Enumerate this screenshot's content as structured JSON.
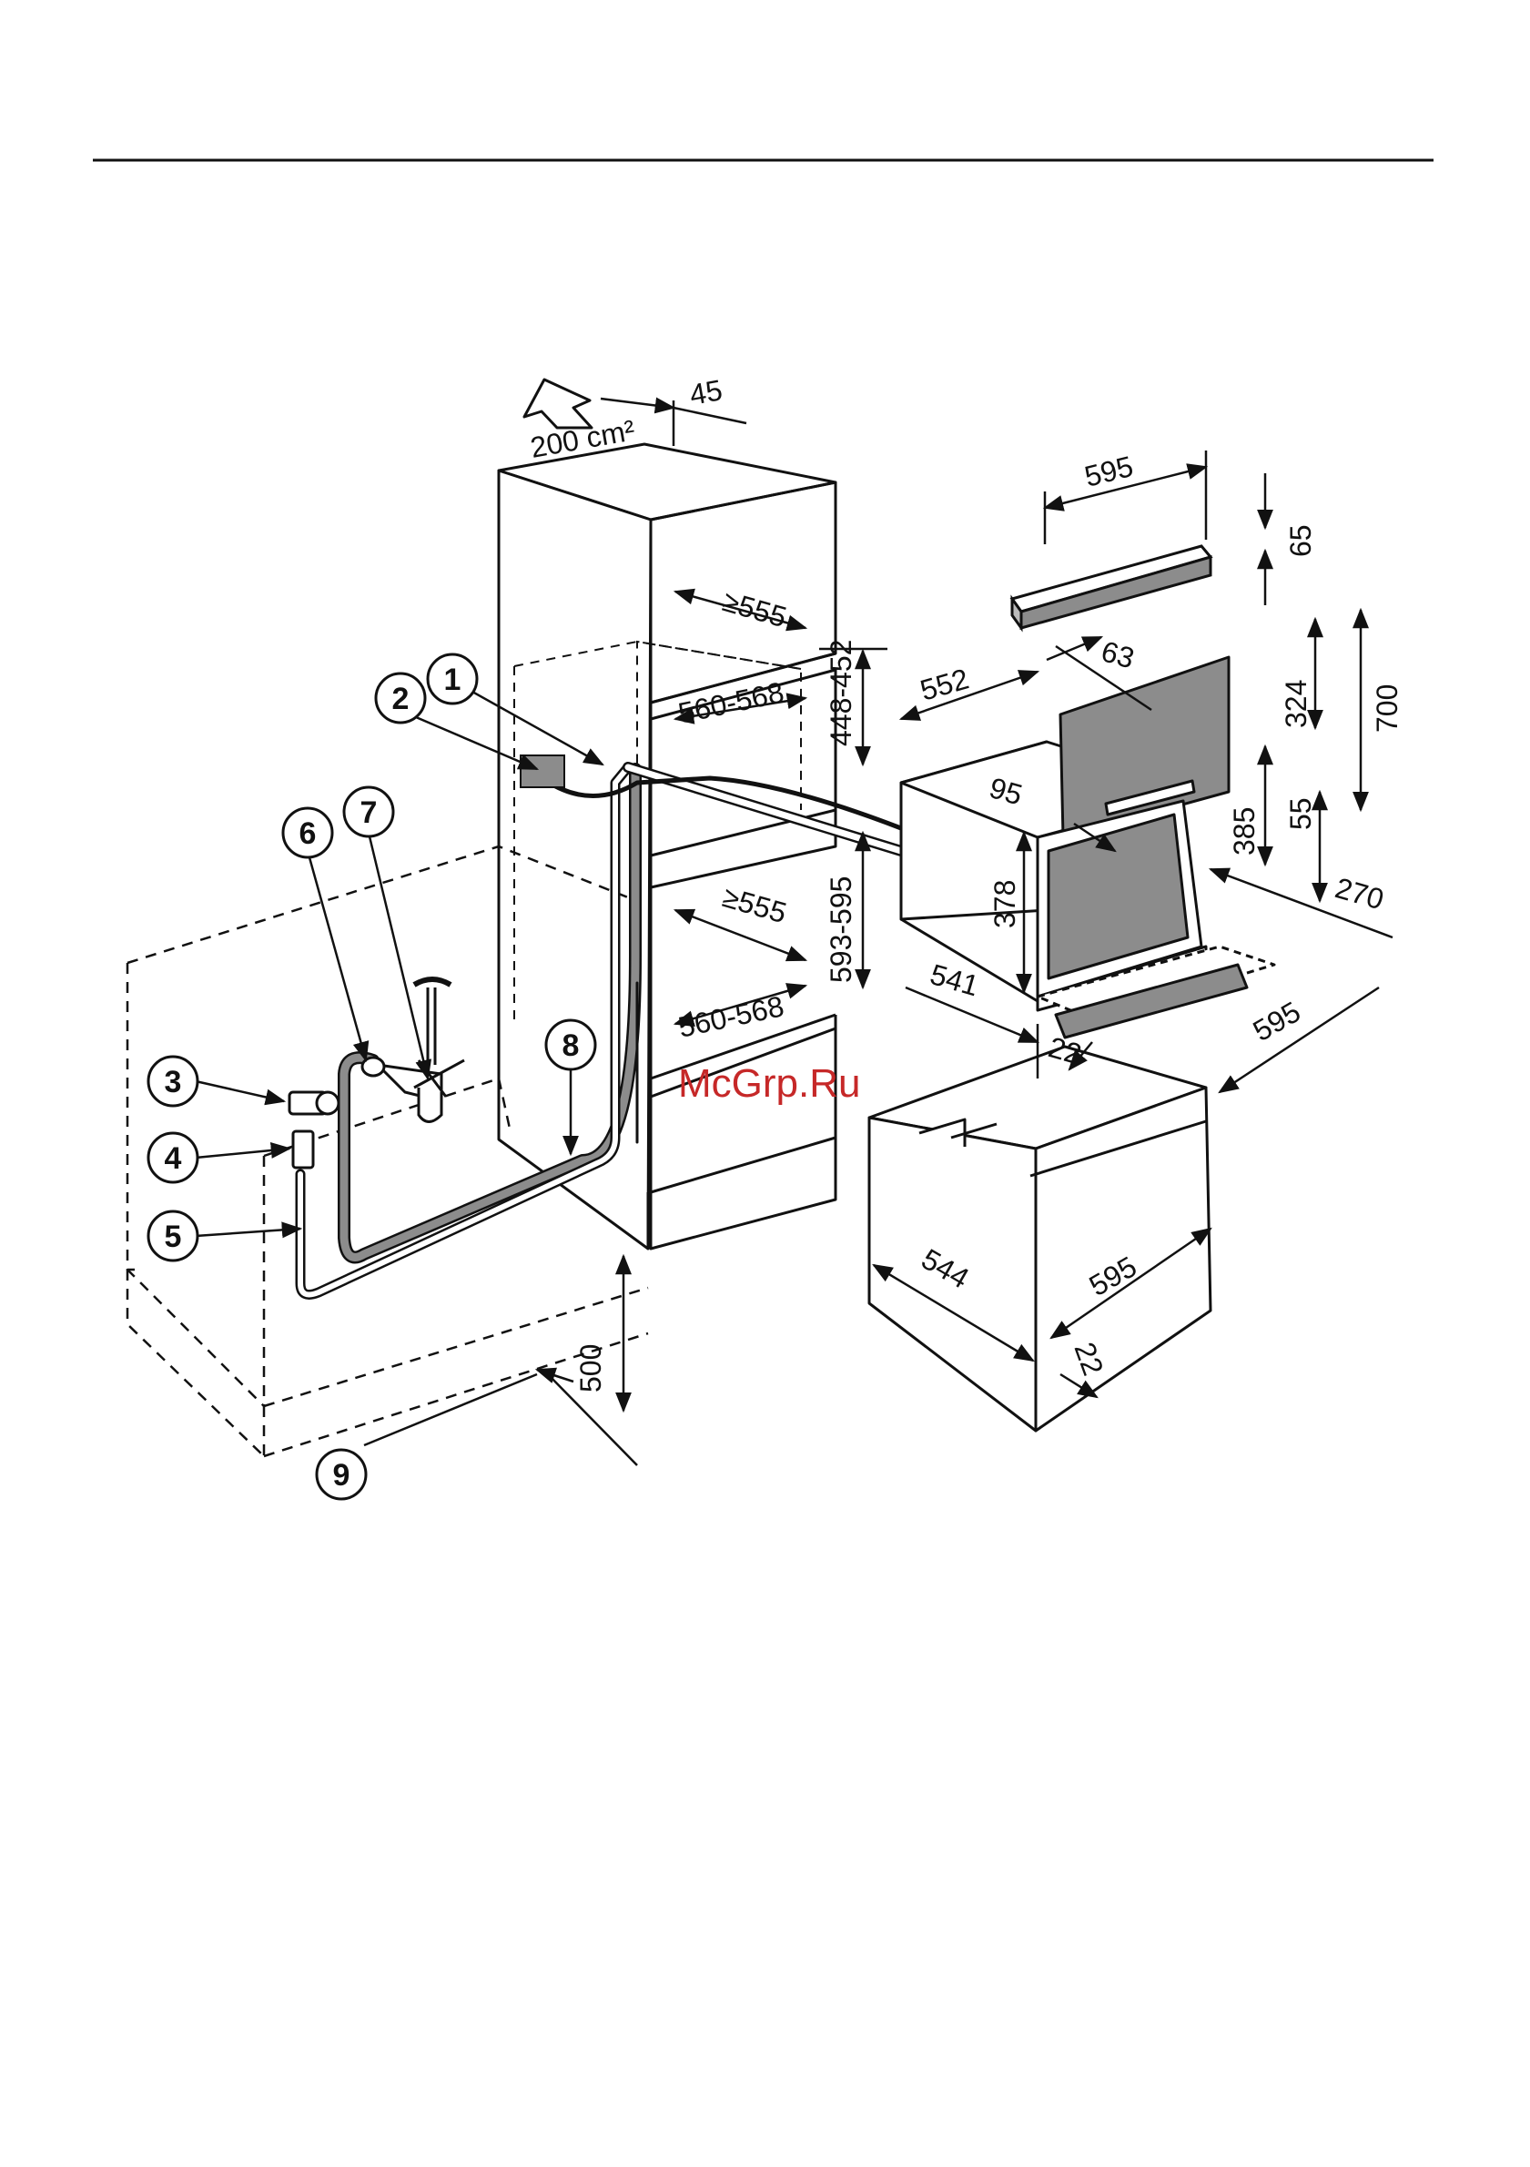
{
  "area_label": "200 cm²",
  "watermark": "McGrp.Ru",
  "callouts": [
    "1",
    "2",
    "3",
    "4",
    "5",
    "6",
    "7",
    "8",
    "9"
  ],
  "dimensions": {
    "d45": "45",
    "d595_panel": "595",
    "d65": "65",
    "d555_top": "≥555",
    "d560_568_top": "560-568",
    "d448_452": "448-452",
    "d552": "552",
    "d63": "63",
    "d324": "324",
    "d700": "700",
    "d95": "95",
    "d385": "385",
    "d55": "55",
    "d378": "378",
    "d270": "270",
    "d555_mid": "≥555",
    "d593_595": "593-595",
    "d560_568_bot": "560-568",
    "d541": "541",
    "d22_top": "22",
    "d595_side": "595",
    "d544": "544",
    "d595_front": "595",
    "d22_bot": "22",
    "d500": "500"
  },
  "colors": {
    "ink": "#111111",
    "pipe": "#777777",
    "panel": "#8c8c8c",
    "accent": "#c62828"
  }
}
